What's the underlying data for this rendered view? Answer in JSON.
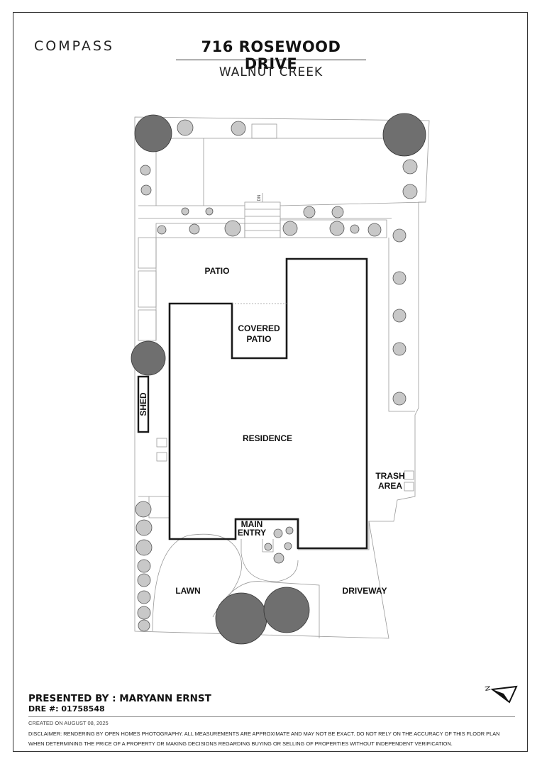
{
  "brand": {
    "logo": "COMPASS"
  },
  "header": {
    "title": "716 ROSEWOOD DRIVE",
    "subtitle": "WALNUT CREEK"
  },
  "plan": {
    "labels": {
      "patio": "PATIO",
      "covered_1": "COVERED",
      "covered_2": "PATIO",
      "residence": "RESIDENCE",
      "shed": "SHED",
      "trash_1": "TRASH",
      "trash_2": "AREA",
      "entry_1": "MAIN",
      "entry_2": "ENTRY",
      "lawn": "LAWN",
      "driveway": "DRIVEWAY",
      "stair_dn": "DN"
    },
    "north_mark": "N"
  },
  "footer": {
    "presented": "PRESENTED BY : MARYANN ERNST",
    "dre": "DRE #: 01758548",
    "created": "CREATED ON AUGUST 08, 2025",
    "disclaimer_1": "DISCLAIMER: RENDERING BY OPEN HOMES PHOTOGRAPHY. ALL MEASUREMENTS ARE APPROXIMATE AND MAY NOT BE EXACT. DO NOT RELY ON THE ACCURACY OF THIS FLOOR PLAN",
    "disclaimer_2": "WHEN DETERMINING THE PRICE OF A PROPERTY OR MAKING DECISIONS REGARDING BUYING OR SELLING OF PROPERTIES WITHOUT INDEPENDENT VERIFICATION."
  }
}
